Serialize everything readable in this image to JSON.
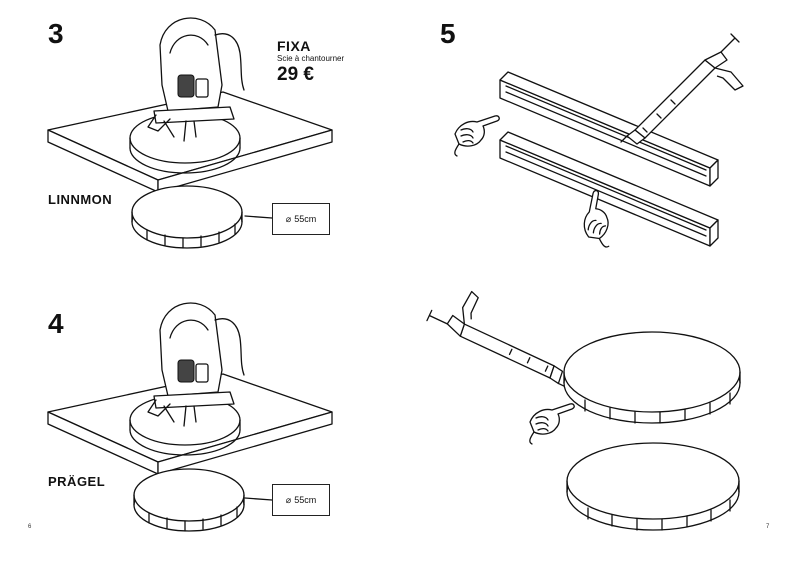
{
  "left_page": {
    "step3": {
      "number": "3",
      "tabletop_label": "LINNMON",
      "product": {
        "name": "FIXA",
        "description": "Scie à chantourner",
        "price": "29 €"
      },
      "callout": {
        "text": "55cm"
      }
    },
    "step4": {
      "number": "4",
      "tabletop_label": "PRÄGEL",
      "callout": {
        "text": "55cm"
      }
    },
    "page_number": "6"
  },
  "right_page": {
    "step5": {
      "number": "5"
    },
    "page_number": "7"
  }
}
